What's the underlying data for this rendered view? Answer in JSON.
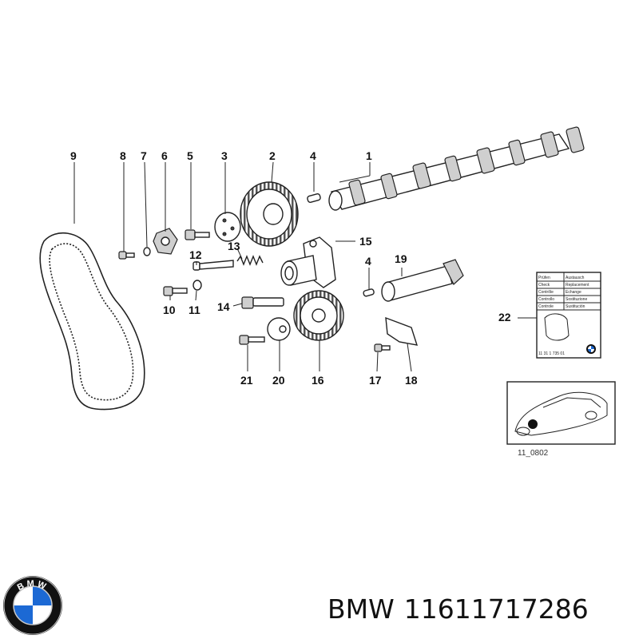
{
  "diagram": {
    "callouts": [
      "1",
      "2",
      "3",
      "4",
      "4",
      "5",
      "6",
      "7",
      "8",
      "9",
      "10",
      "11",
      "12",
      "13",
      "14",
      "15",
      "16",
      "17",
      "18",
      "19",
      "20",
      "21",
      "22"
    ],
    "info_card": {
      "rows": [
        [
          "Prüfen",
          "Austausch"
        ],
        [
          "Check",
          "Replacement"
        ],
        [
          "Contrôle",
          "Echange"
        ],
        [
          "Controllo",
          "Sostituzione"
        ],
        [
          "Controle",
          "Sustitución"
        ]
      ],
      "footer": "11 31 1 735 01"
    },
    "inset_code": "11_0802"
  },
  "brand": {
    "logo_letters": "BMW",
    "name": "BMW",
    "part_number": "11611717286"
  },
  "colors": {
    "bmw_blue": "#1c69d4",
    "bmw_black": "#111111",
    "line": "#222222"
  }
}
